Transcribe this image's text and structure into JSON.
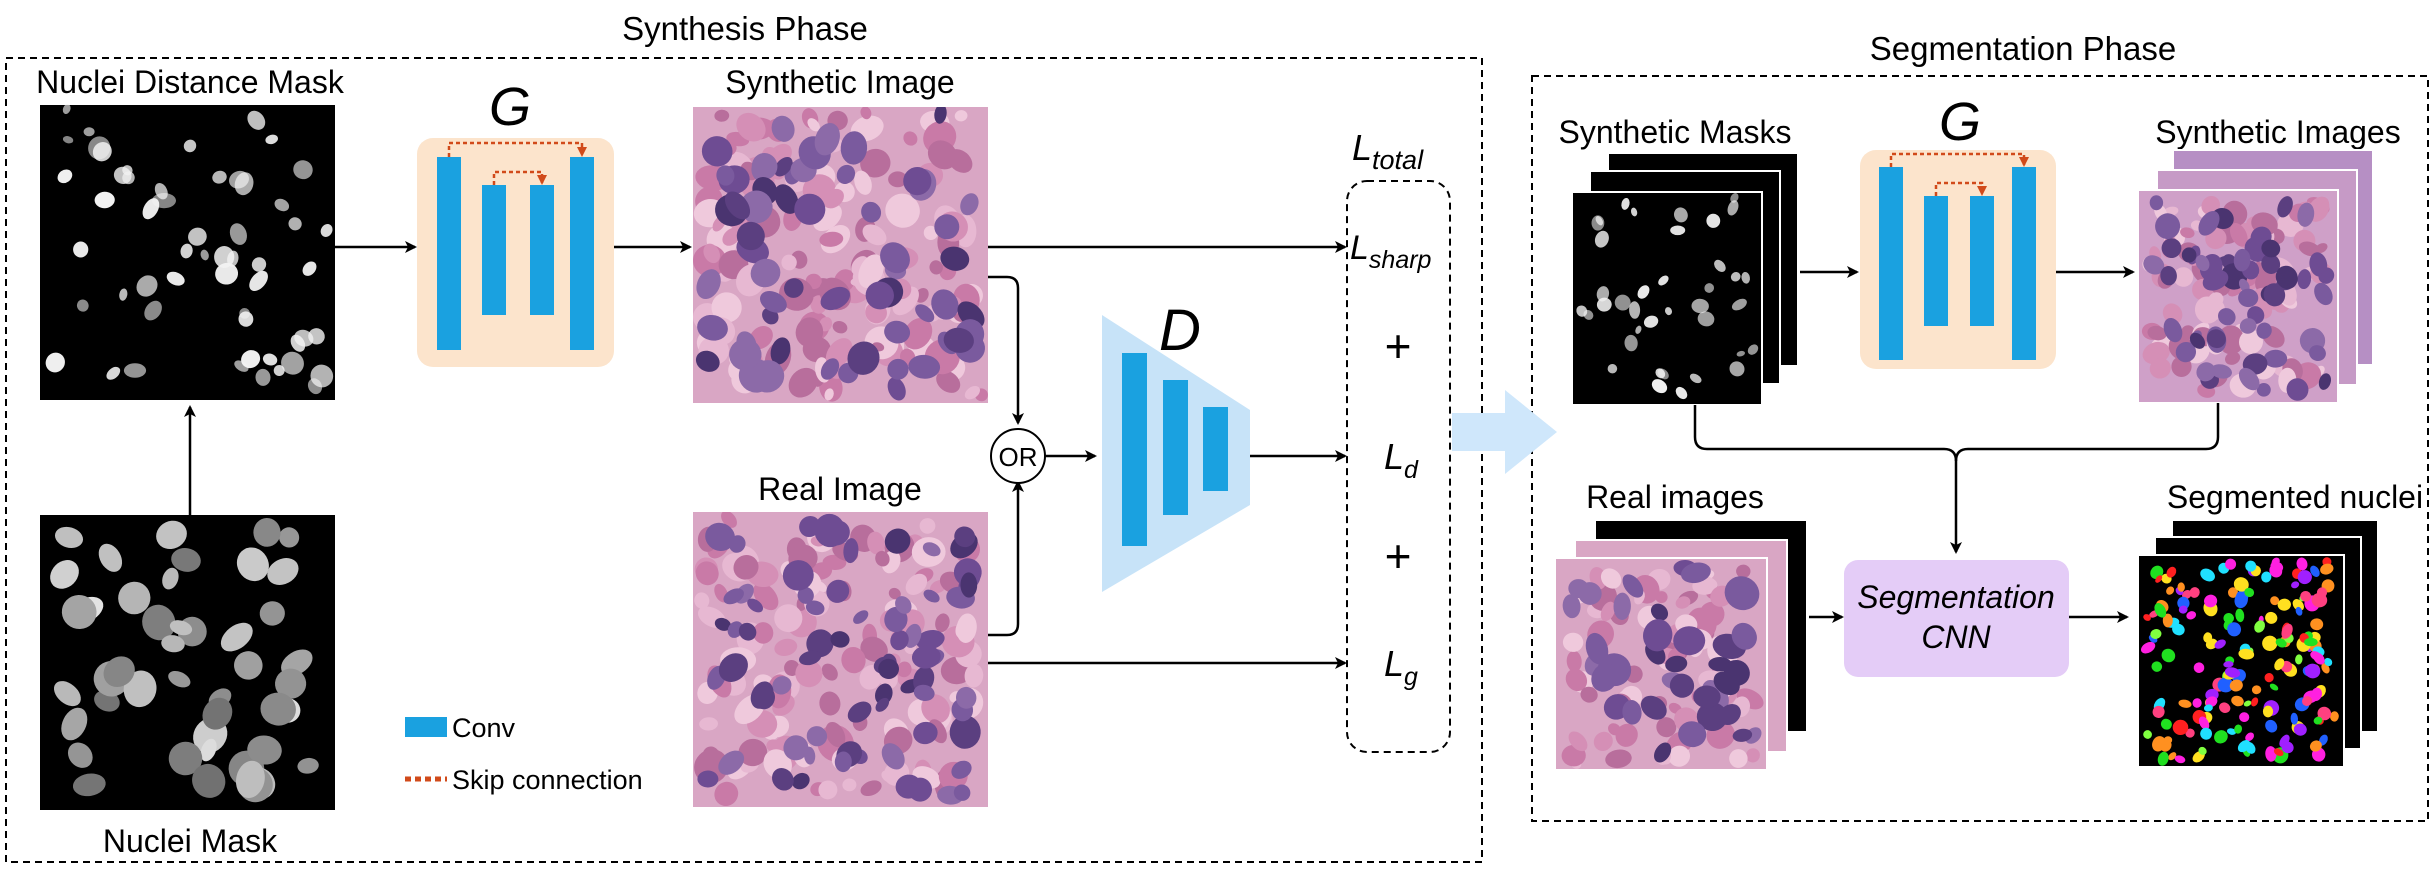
{
  "synthesis": {
    "title": "Synthesis Phase",
    "distance_mask_label": "Nuclei Distance Mask",
    "nuclei_mask_label": "Nuclei Mask",
    "generator_label": "G",
    "synthetic_image_label": "Synthetic Image",
    "real_image_label": "Real Image",
    "or_label": "OR",
    "discriminator_label": "D",
    "loss_total": {
      "base": "L",
      "sub": "total"
    },
    "loss_sharp": {
      "base": "L",
      "sub": "sharp"
    },
    "loss_d": {
      "base": "L",
      "sub": "d"
    },
    "loss_g": {
      "base": "L",
      "sub": "g"
    },
    "plus_sign": "+",
    "legend": {
      "conv_label": "Conv",
      "skip_label": "Skip connection"
    }
  },
  "segmentation": {
    "title": "Segmentation Phase",
    "synthetic_masks_label": "Synthetic Masks",
    "generator_label": "G",
    "synthetic_images_label": "Synthetic Images",
    "real_images_label": "Real images",
    "cnn_label_line1": "Segmentation",
    "cnn_label_line2": "CNN",
    "segmented_label": "Segmented nuclei"
  },
  "colors": {
    "conv": "#1aa1e0",
    "generator_bg": "#fce4cc",
    "discriminator_bg": "#c7e3f8",
    "skip": "#d14a1a",
    "cnn_bg": "#e4ccf7",
    "phase_arrow": "#cfe7fb",
    "tissue_bg": "#d9a6c4",
    "nucleus": "#6b4a8c"
  }
}
